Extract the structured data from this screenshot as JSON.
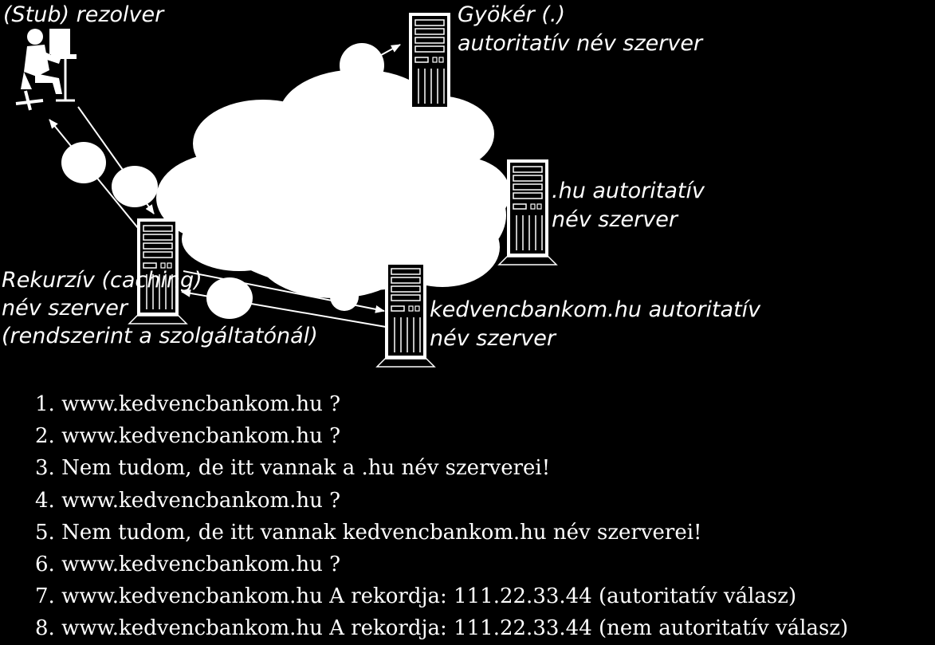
{
  "labels": {
    "stub": "(Stub) rezolver",
    "root_l1": "Gyökér (.)",
    "root_l2": "autoritatív név szerver",
    "hu_l1": ".hu autoritatív",
    "hu_l2": "név szerver",
    "recursive_l1": "Rekurzív (caching)",
    "recursive_l2": "név szerver",
    "recursive_l3": "(rendszerint a szolgáltatónál)",
    "bank_l1": "kedvencbankom.hu autoritatív",
    "bank_l2": "név szerver"
  },
  "steps": [
    "1. www.kedvencbankom.hu ?",
    "2. www.kedvencbankom.hu ?",
    "3. Nem tudom, de itt vannak a .hu név  szerverei!",
    "4. www.kedvencbankom.hu ?",
    "5. Nem tudom, de itt vannak kedvencbankom.hu név szerverei!",
    "6. www.kedvencbankom.hu ?",
    "7. www.kedvencbankom.hu A rekordja: 111.22.33.44 (autoritatív válasz)",
    "8. www.kedvencbankom.hu A rekordja: 111.22.33.44 (nem autoritatív válasz)"
  ],
  "colors": {
    "background": "#000000",
    "foreground": "#ffffff"
  },
  "icons": [
    "user-at-computer-icon",
    "server-tower-icon",
    "internet-cloud"
  ]
}
